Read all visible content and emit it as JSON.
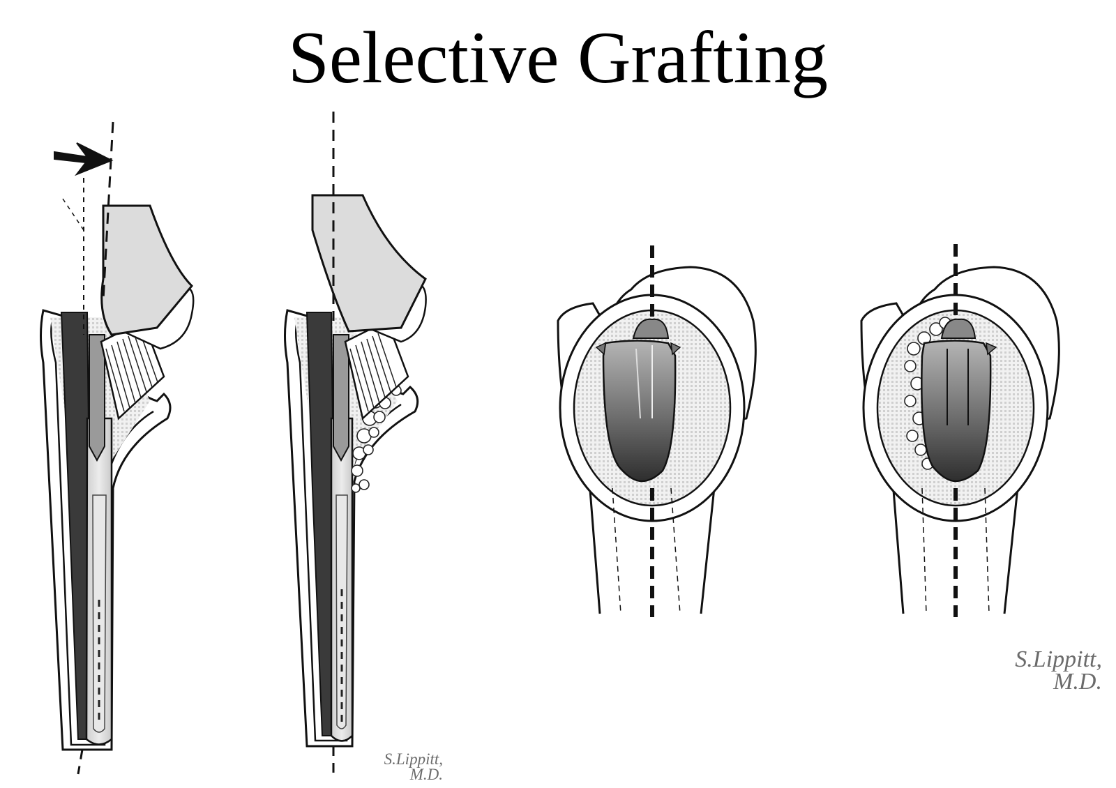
{
  "title": "Selective Grafting",
  "signatures": [
    {
      "name": "S.Lippitt,",
      "degree": "M.D."
    },
    {
      "name": "S.Lippitt,",
      "degree": "M.D."
    }
  ],
  "colors": {
    "ink": "#111111",
    "bone_fill": "#ffffff",
    "implant_light": "#dcdcdc",
    "implant_dark": "#3a3a3a",
    "cancellous": "#e6e6e6"
  },
  "figures": [
    {
      "view": "lateral",
      "variant": "tilted",
      "has_arrow": true
    },
    {
      "view": "lateral",
      "variant": "grafted",
      "has_arrow": false
    },
    {
      "view": "top",
      "variant": "ungrafted",
      "has_graft": false
    },
    {
      "view": "top",
      "variant": "grafted",
      "has_graft": true
    }
  ]
}
